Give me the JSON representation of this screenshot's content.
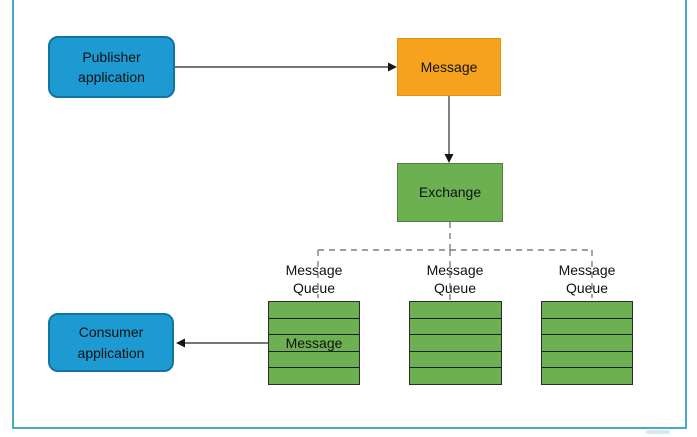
{
  "colors": {
    "frame": "#48a8c9",
    "app_fill": "#1d9ad2",
    "app_border": "#1274a3",
    "message_fill": "#f6a21d",
    "message_border": "#e3920f",
    "green_fill": "#6cb052",
    "exchange_border": "#538041",
    "queue_border": "#2b2b2b",
    "row_divider": "#1f1f1f",
    "arrow": "#4a4a4a",
    "arrowhead": "#161616",
    "dashed": "#7f7f7f",
    "text": "#111111"
  },
  "nodes": {
    "publisher": {
      "label": "Publisher\napplication"
    },
    "message": {
      "label": "Message"
    },
    "exchange": {
      "label": "Exchange"
    },
    "consumer": {
      "label": "Consumer\napplication"
    },
    "queues": [
      {
        "label": "Message\nQueue",
        "rows": [
          "",
          "",
          "Message",
          "",
          ""
        ]
      },
      {
        "label": "Message\nQueue",
        "rows": [
          "",
          "",
          "",
          "",
          ""
        ]
      },
      {
        "label": "Message\nQueue",
        "rows": [
          "",
          "",
          "",
          "",
          ""
        ]
      }
    ]
  }
}
